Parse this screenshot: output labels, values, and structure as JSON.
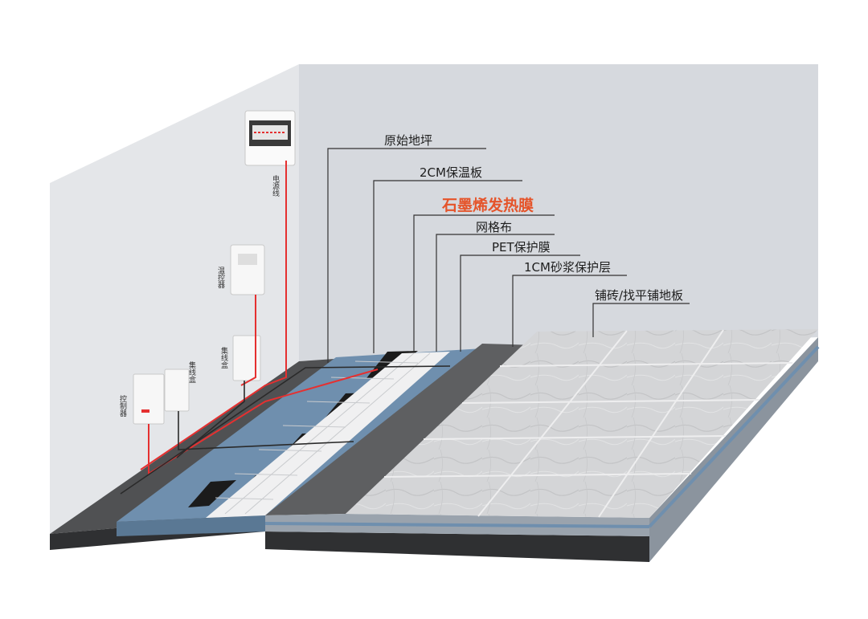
{
  "layers": [
    {
      "id": "original-floor",
      "label": "原始地坪",
      "highlight": false
    },
    {
      "id": "insulation-board",
      "label": "2CM保温板",
      "highlight": false
    },
    {
      "id": "graphene-film",
      "label": "石墨烯发热膜",
      "highlight": true
    },
    {
      "id": "mesh-cloth",
      "label": "网格布",
      "highlight": false
    },
    {
      "id": "pet-film",
      "label": "PET保护膜",
      "highlight": false
    },
    {
      "id": "mortar-layer",
      "label": "1CM砂浆保护层",
      "highlight": false
    },
    {
      "id": "tile-floor",
      "label": "铺砖/找平铺地板",
      "highlight": false
    }
  ],
  "devices": {
    "power_line": "电源线",
    "thermostat": "温控器",
    "junction_box_upper": "集线盒",
    "junction_box_lower": "集线盒",
    "controller": "控制器"
  },
  "colors": {
    "highlight": "#e5542a",
    "wire_red": "#e53030",
    "insulation_blue": "#6f8fae",
    "graphene_black": "#1b1b1b",
    "mortar_gray": "#5e5f61"
  }
}
